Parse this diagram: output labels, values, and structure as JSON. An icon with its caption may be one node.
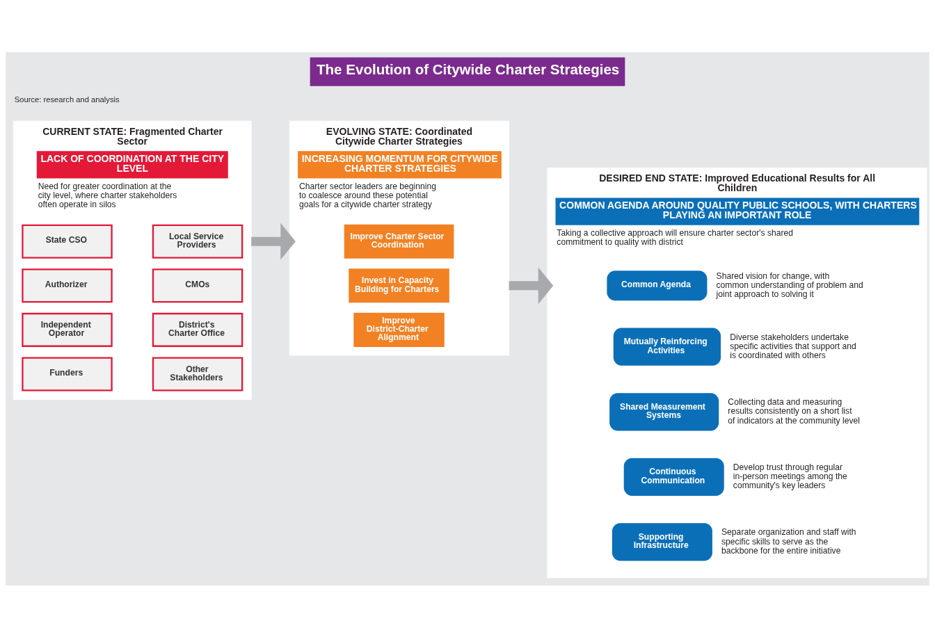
{
  "diagram": {
    "title": "The Evolution of Citywide Charter Strategies",
    "nodes": [
      {
        "text": [
          "CURRENT STATE: Fragmented Charter Sector",
          "LACK OF COORDINATION AT THE CITY LEVEL",
          "Need for greater coordination at the city level, where charter stakeholders often operate in silos"
        ]
      },
      {
        "text": [
          "State CSO"
        ],
        "in": 0
      },
      {
        "text": [
          "Local Service Providers"
        ],
        "in": 0
      },
      {
        "text": [
          "Authorizer"
        ],
        "in": 0
      },
      {
        "text": [
          "CMOs"
        ],
        "in": 0
      },
      {
        "text": [
          "Independent Operator"
        ],
        "in": 0
      },
      {
        "text": [
          "District's Charter Office"
        ],
        "in": 0
      },
      {
        "text": [
          "Funders"
        ],
        "in": 0
      },
      {
        "text": [
          "Other Stakeholders"
        ],
        "in": 0
      },
      {
        "text": [
          "EVOLVING STATE: Coordinated Citywide Charter Strategies",
          "INCREASING MOMENTUM FOR CITYWIDE CHARTER STRATEGIES",
          "Charter sector leaders are beginning to coalesce around these potential goals for a citywide charter strategy"
        ]
      },
      {
        "text": [
          "Improve Charter Sector Coordination"
        ],
        "in": 9
      },
      {
        "text": [
          "Invest in Capacity Building for Charters"
        ],
        "in": 9
      },
      {
        "text": [
          "Improve District-Charter Alignment"
        ],
        "in": 9
      },
      {
        "text": [
          "DESIRED END STATE: Improved Educational Results for All Children",
          "COMMON AGENDA AROUND QUALITY PUBLIC SCHOOLS, WITH CHARTERS PLAYING AN IMPORTANT ROLE",
          "Taking a collective approach will ensure charter sector's shared commitment to quality with district"
        ]
      },
      {
        "text": [
          "Common Agenda"
        ],
        "in": 13,
        "beside": [
          "Shared vision for change, with common understanding of problem and joint approach to solving it"
        ]
      },
      {
        "text": [
          "Mutually Reinforcing Activities"
        ],
        "in": 13,
        "beside": [
          "Diverse stakeholders undertake specific activities that support and is coordinated with others"
        ]
      },
      {
        "text": [
          "Shared Measurement Systems"
        ],
        "in": 13,
        "beside": [
          "Collecting data and measuring results consistently on a short list of indicators at the community level"
        ]
      },
      {
        "text": [
          "Continuous Communication"
        ],
        "in": 13,
        "beside": [
          "Develop trust through regular in-person meetings among the community's key leaders"
        ]
      },
      {
        "text": [
          "Supporting Infrastructure"
        ],
        "in": 13,
        "beside": [
          "Separate organization and staff with specific skills to serve as the backbone for the entire initiative"
        ]
      }
    ],
    "edges": [
      {
        "from": 0,
        "to": 9,
        "arrow": "to"
      },
      {
        "from": 9,
        "to": 13,
        "arrow": "to"
      }
    ],
    "labels": [
      "Source: research and analysis"
    ]
  }
}
